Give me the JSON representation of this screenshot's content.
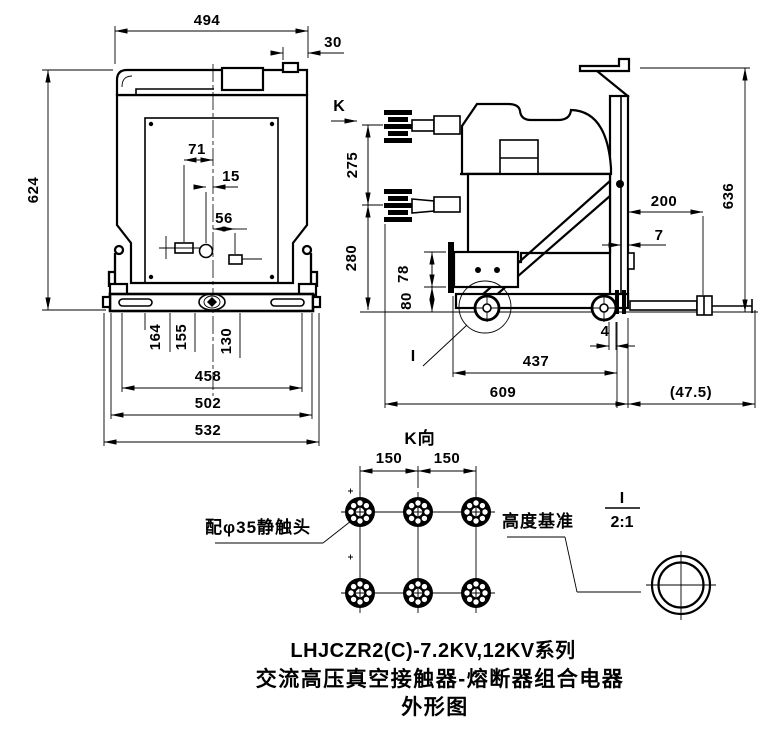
{
  "front_view": {
    "dim_width_top": "494",
    "dim_tab": "30",
    "dim_height": "624",
    "dim_71": "71",
    "dim_15": "15",
    "dim_56": "56",
    "dim_164": "164",
    "dim_155": "155",
    "dim_130": "130",
    "dim_458": "458",
    "dim_502": "502",
    "dim_532": "532"
  },
  "side_view": {
    "view_arrow_label": "K",
    "dim_275": "275",
    "dim_280": "280",
    "dim_78": "78",
    "dim_80": "80",
    "dim_200": "200",
    "dim_7": "7",
    "dim_636": "636",
    "dim_4": "4",
    "dim_437": "437",
    "dim_609": "609",
    "dim_47_5": "(47.5)",
    "detail_marker": "I"
  },
  "bottom_view": {
    "view_label": "K向",
    "dim_150_left": "150",
    "dim_150_right": "150",
    "label_static_contact": "配φ35静触头",
    "label_height_datum": "高度基准"
  },
  "detail_view": {
    "label": "I",
    "scale": "2:1"
  },
  "title_block": {
    "line1": "LHJCZR2(C)-7.2KV,12KV系列",
    "line2": "交流高压真空接触器-熔断器组合电器",
    "line3": "外形图"
  },
  "colors": {
    "ink": "#000000",
    "paper": "#ffffff"
  }
}
